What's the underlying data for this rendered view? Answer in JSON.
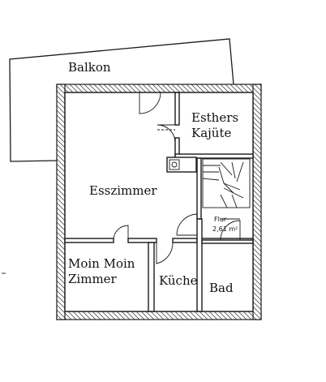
{
  "rooms": {
    "balkon": "Balkon",
    "esthers_line1": "Esthers",
    "esthers_line2": "Kajüte",
    "esszimmer": "Esszimmer",
    "flur_line1": "Flur",
    "flur_line2": "2,61 m²",
    "moin_line1": "Moin Moin",
    "moin_line2": "Zimmer",
    "kueche": "Küche",
    "bad": "Bad"
  }
}
